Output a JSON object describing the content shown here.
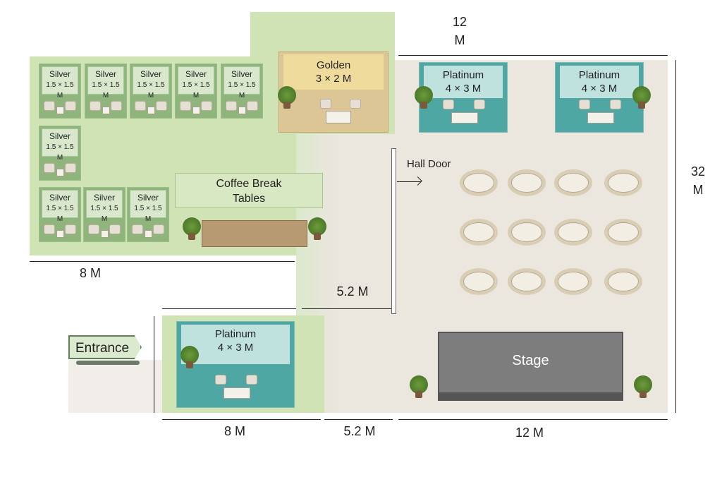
{
  "silver_booths": [
    {
      "name": "Silver",
      "size": "1.5 × 1.5 M"
    },
    {
      "name": "Silver",
      "size": "1.5 × 1.5 M"
    },
    {
      "name": "Silver",
      "size": "1.5 × 1.5 M"
    },
    {
      "name": "Silver",
      "size": "1.5 × 1.5 M"
    },
    {
      "name": "Silver",
      "size": "1.5 × 1.5 M"
    },
    {
      "name": "Silver",
      "size": "1.5 × 1.5 M"
    },
    {
      "name": "Silver",
      "size": "1.5 × 1.5 M"
    },
    {
      "name": "Silver",
      "size": "1.5 × 1.5 M"
    },
    {
      "name": "Silver",
      "size": "1.5 × 1.5 M"
    }
  ],
  "golden": {
    "name": "Golden",
    "size": "3 × 2 M"
  },
  "platinum": [
    {
      "name": "Platinum",
      "size": "4 × 3 M"
    },
    {
      "name": "Platinum",
      "size": "4 × 3 M"
    },
    {
      "name": "Platinum",
      "size": "4 × 3 M"
    }
  ],
  "coffee": {
    "line1": "Coffee Break",
    "line2": "Tables"
  },
  "hall_door": "Hall Door",
  "stage": "Stage",
  "entrance": "Entrance",
  "dimensions": {
    "hall_top": "12 M",
    "hall_side": "32 M",
    "left_width": "8 M",
    "corridor": "5.2 M",
    "bottom_left": "8 M",
    "bottom_corridor": "5.2 M",
    "bottom_hall": "12 M"
  },
  "colors": {
    "green": "#cfe3b4",
    "floor": "#ebe6de",
    "platinum": "#4fa7a3",
    "golden": "#e9d79a",
    "stage": "#808080"
  }
}
